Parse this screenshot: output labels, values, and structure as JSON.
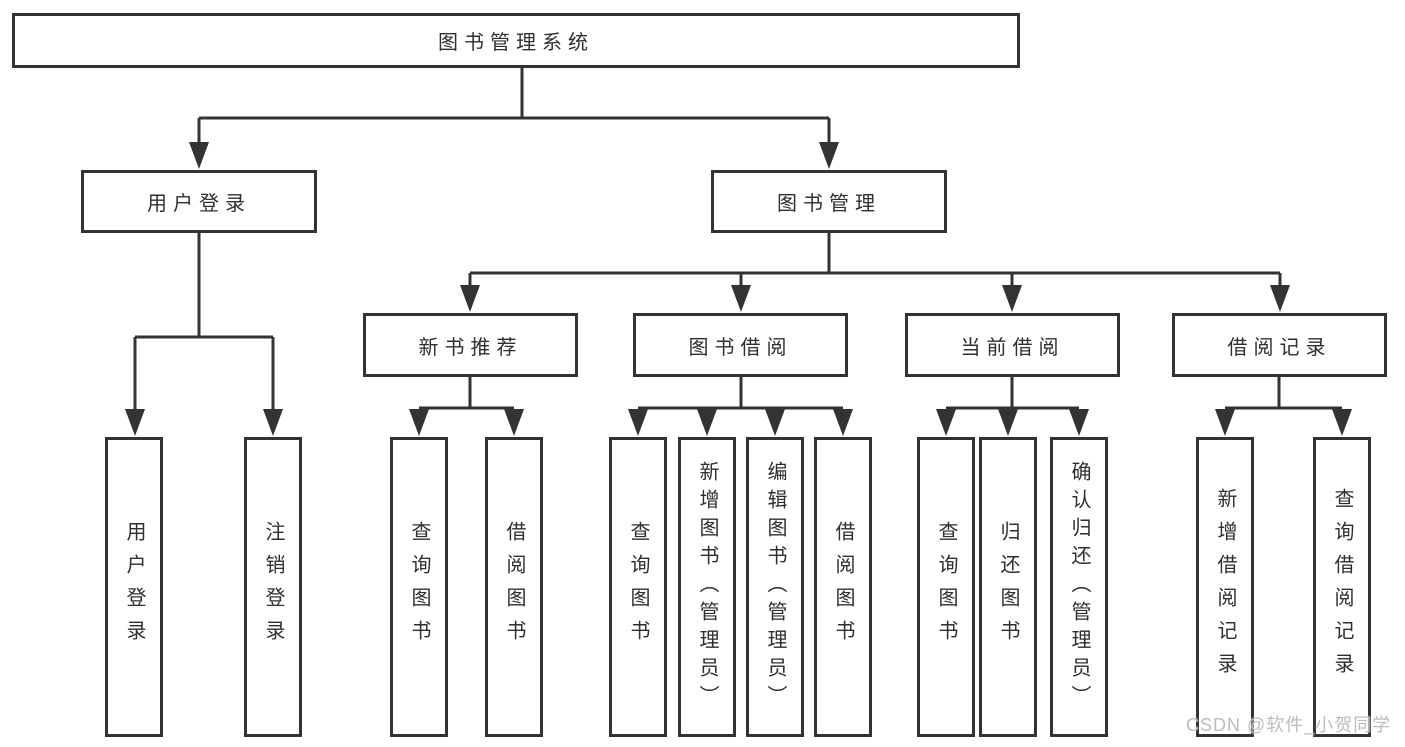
{
  "diagram": {
    "tree": {
      "label": "图书管理系统",
      "children": [
        {
          "label": "用户登录",
          "children": [
            {
              "label": "用户登录"
            },
            {
              "label": "注销登录"
            }
          ]
        },
        {
          "label": "图书管理",
          "children": [
            {
              "label": "新书推荐",
              "children": [
                {
                  "label": "查询图书"
                },
                {
                  "label": "借阅图书"
                }
              ]
            },
            {
              "label": "图书借阅",
              "children": [
                {
                  "label": "查询图书"
                },
                {
                  "label": "新增图书（管理员）"
                },
                {
                  "label": "编辑图书（管理员）"
                },
                {
                  "label": "借阅图书"
                }
              ]
            },
            {
              "label": "当前借阅",
              "children": [
                {
                  "label": "查询图书"
                },
                {
                  "label": "归还图书"
                },
                {
                  "label": "确认归还（管理员）"
                }
              ]
            },
            {
              "label": "借阅记录",
              "children": [
                {
                  "label": "新增借阅记录"
                },
                {
                  "label": "查询借阅记录"
                }
              ]
            }
          ]
        }
      ]
    },
    "colors": {
      "line": "#333333",
      "box_fill": "#ffffff",
      "text": "#2f2f2f",
      "background": "#ffffff",
      "watermark": "#bdbdbd"
    }
  },
  "watermark": {
    "text": "CSDN @软件_小贺同学"
  }
}
